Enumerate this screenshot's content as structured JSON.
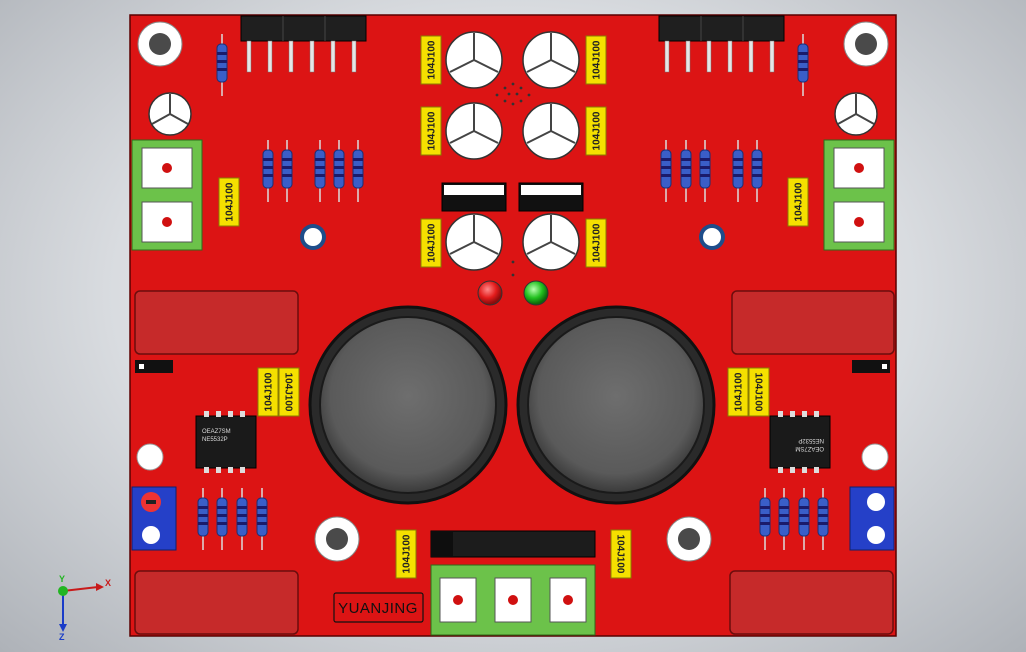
{
  "board": {
    "silkscreen_brand": "YUANJING",
    "capacitor_marking": "104J100",
    "chip_marking_line1": "OEAZ7SM",
    "chip_marking_line2": "NE5532P",
    "pcb_color": "#dc1414",
    "terminal_green": "#6cc24a",
    "terminal_blue": "#2540c8",
    "film_cap_color": "#c62a2a",
    "led_colors": [
      "#e31b1b",
      "#22c11f"
    ]
  },
  "axis_triad": {
    "x_label": "X",
    "y_label": "Y",
    "z_label": "Z"
  }
}
